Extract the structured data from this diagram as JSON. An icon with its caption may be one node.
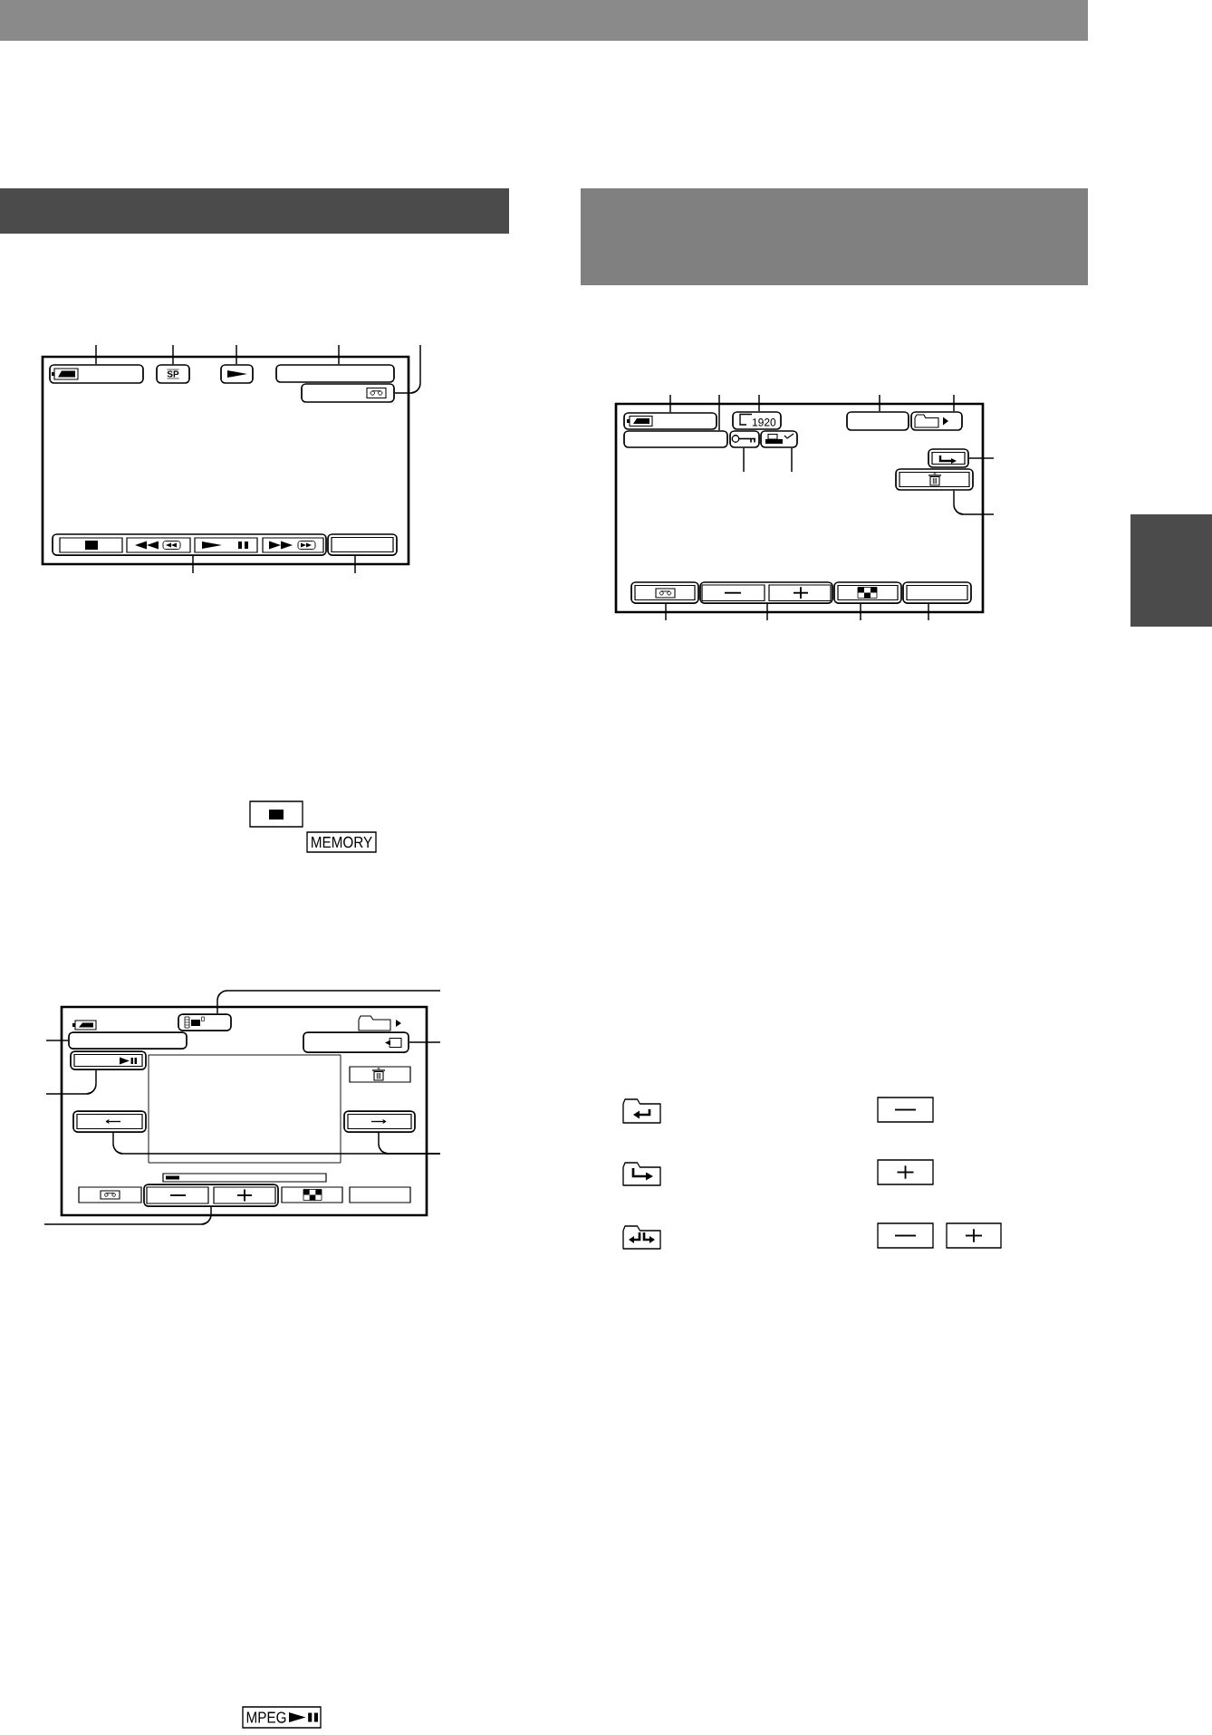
{
  "diagram": {
    "nodes": [
      {
        "text": [],
        "shape": "bar"
      },
      {
        "text": [],
        "shape": "bar"
      },
      {
        "text": [],
        "shape": "bar"
      },
      {
        "text": [],
        "shape": "bar"
      },
      {
        "text": [],
        "shape": "box"
      },
      {
        "text": [],
        "shape": "box",
        "in": 4
      },
      {
        "text": [
          "SP"
        ],
        "in": 4
      },
      {
        "text": [],
        "shape": "box",
        "in": 4
      },
      {
        "text": [],
        "shape": "box",
        "in": 4
      },
      {
        "text": [],
        "shape": "box",
        "in": 4
      },
      {
        "text": [],
        "shape": "box",
        "in": 4
      },
      {
        "text": [],
        "shape": "box",
        "in": 4
      },
      {
        "text": [],
        "shape": "box"
      },
      {
        "text": [],
        "shape": "box",
        "in": 12
      },
      {
        "text": [],
        "shape": "box",
        "in": 12
      },
      {
        "text": [
          "1920"
        ],
        "in": 12
      },
      {
        "text": [],
        "shape": "box",
        "in": 12
      },
      {
        "text": [],
        "shape": "box",
        "in": 12
      },
      {
        "text": [],
        "shape": "box",
        "in": 12
      },
      {
        "text": [],
        "shape": "box",
        "in": 12
      },
      {
        "text": [],
        "shape": "box",
        "in": 12
      },
      {
        "text": [],
        "shape": "box",
        "in": 12
      },
      {
        "text": [],
        "shape": "box",
        "in": 12
      },
      {
        "text": [],
        "shape": "box",
        "in": 12
      },
      {
        "text": [],
        "shape": "box",
        "in": 12
      },
      {
        "text": [],
        "shape": "box",
        "in": 12
      },
      {
        "text": [
          "MEMORY"
        ]
      },
      {
        "text": [],
        "shape": "box"
      },
      {
        "text": [],
        "shape": "box",
        "in": 27
      },
      {
        "text": [],
        "shape": "box",
        "in": 27
      },
      {
        "text": [],
        "shape": "box",
        "in": 27
      },
      {
        "text": [],
        "shape": "box",
        "in": 27
      },
      {
        "text": [],
        "shape": "box",
        "in": 27
      },
      {
        "text": [],
        "shape": "box",
        "in": 27
      },
      {
        "text": [],
        "shape": "box",
        "in": 27
      },
      {
        "text": [
          "MPEG"
        ]
      }
    ],
    "edges": [
      {
        "from": null,
        "to": 5,
        "arrow": "none"
      },
      {
        "from": null,
        "to": 6,
        "arrow": "none"
      },
      {
        "from": null,
        "to": 7,
        "arrow": "none"
      },
      {
        "from": null,
        "to": 8,
        "arrow": "none"
      },
      {
        "from": null,
        "to": 9,
        "arrow": "none"
      },
      {
        "from": null,
        "to": 10,
        "arrow": "none"
      },
      {
        "from": null,
        "to": 11,
        "arrow": "none"
      },
      {
        "from": null,
        "to": 13,
        "arrow": "none"
      },
      {
        "from": null,
        "to": 14,
        "arrow": "none"
      },
      {
        "from": null,
        "to": 15,
        "arrow": "none"
      },
      {
        "from": null,
        "to": 16,
        "arrow": "none"
      },
      {
        "from": null,
        "to": 17,
        "arrow": "none"
      },
      {
        "from": null,
        "to": 18,
        "arrow": "none"
      },
      {
        "from": null,
        "to": 19,
        "arrow": "none"
      },
      {
        "from": null,
        "to": 20,
        "arrow": "none"
      },
      {
        "from": null,
        "to": 21,
        "arrow": "none"
      },
      {
        "from": null,
        "to": 22,
        "arrow": "none"
      },
      {
        "from": null,
        "to": 23,
        "arrow": "none"
      },
      {
        "from": null,
        "to": 24,
        "arrow": "none"
      },
      {
        "from": null,
        "to": 25,
        "arrow": "none"
      },
      {
        "from": null,
        "to": 28,
        "arrow": "none"
      },
      {
        "from": null,
        "to": 29,
        "arrow": "none"
      },
      {
        "from": null,
        "to": 30,
        "arrow": "none"
      },
      {
        "from": null,
        "to": 31,
        "arrow": "none"
      },
      {
        "from": null,
        "to": 32,
        "arrow": "none"
      },
      {
        "from": null,
        "to": 33,
        "arrow": "none"
      },
      {
        "from": null,
        "to": 34,
        "arrow": "none"
      }
    ]
  }
}
